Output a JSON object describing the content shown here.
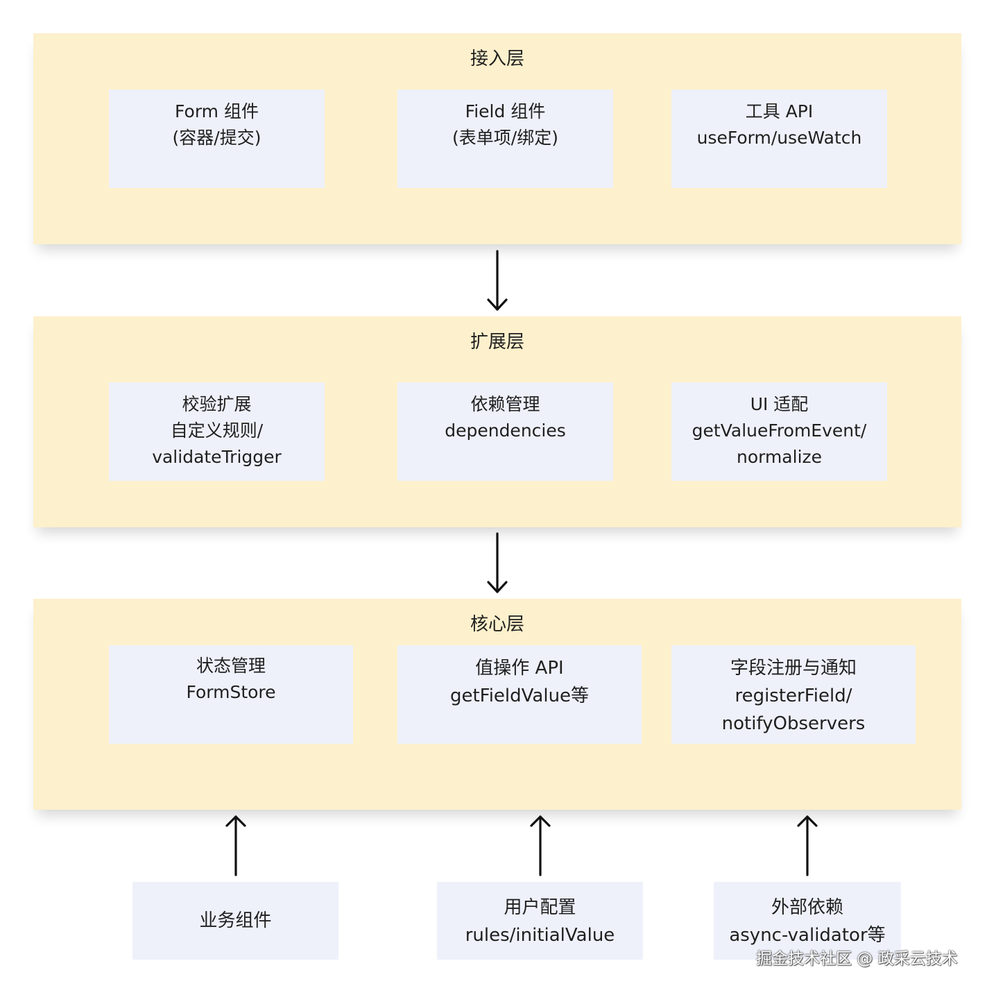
{
  "layers": {
    "access": {
      "title": "接入层",
      "boxes": [
        {
          "lines": [
            "Form 组件",
            "(容器/提交)"
          ]
        },
        {
          "lines": [
            "Field 组件",
            "(表单项/绑定)"
          ]
        },
        {
          "lines": [
            "工具 API",
            "useForm/useWatch"
          ]
        }
      ]
    },
    "extend": {
      "title": "扩展层",
      "boxes": [
        {
          "lines": [
            "校验扩展",
            "自定义规则/",
            "validateTrigger"
          ]
        },
        {
          "lines": [
            "依赖管理",
            "dependencies"
          ]
        },
        {
          "lines": [
            "UI 适配",
            "getValueFromEvent/",
            "normalize"
          ]
        }
      ]
    },
    "core": {
      "title": "核心层",
      "boxes": [
        {
          "lines": [
            "状态管理",
            "FormStore"
          ]
        },
        {
          "lines": [
            "值操作 API",
            "getFieldValue等"
          ]
        },
        {
          "lines": [
            "字段注册与通知",
            "registerField/",
            "notifyObservers"
          ]
        }
      ]
    }
  },
  "sources": [
    {
      "lines": [
        "业务组件"
      ]
    },
    {
      "lines": [
        "用户配置",
        "rules/initialValue"
      ]
    },
    {
      "lines": [
        "外部依赖",
        "async-validator等"
      ]
    }
  ],
  "watermark": "掘金技术社区 @ 政采云技术"
}
